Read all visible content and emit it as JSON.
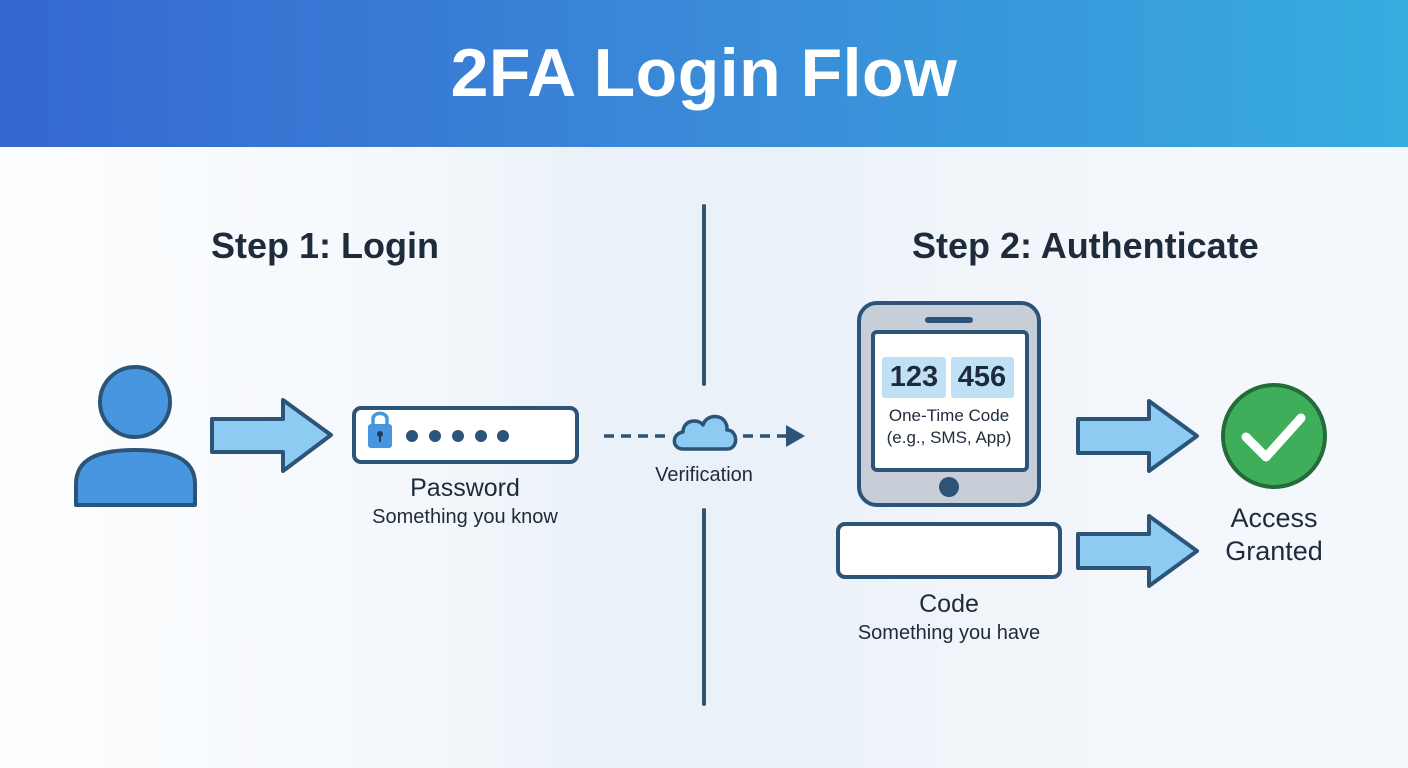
{
  "title": "2FA Login Flow",
  "step1": {
    "title": "Step 1: Login",
    "password_caption": "Password",
    "password_subcaption": "Something you know",
    "mask_dots": 5
  },
  "verification": {
    "label": "Verification"
  },
  "step2": {
    "title": "Step 2: Authenticate",
    "code_part1": "123",
    "code_part2": "456",
    "code_caption_line1": "One-Time Code",
    "code_caption_line2": "(e.g., SMS, App)",
    "code_caption": "Code",
    "code_subcaption": "Something you have"
  },
  "result": {
    "line1": "Access",
    "line2": "Granted"
  },
  "colors": {
    "header_start": "#3567d0",
    "header_end": "#36ace0",
    "outline": "#2b5478",
    "user_fill": "#4896e0",
    "arrow_fill": "#8dcbf2",
    "check_fill": "#3fae5a",
    "check_stroke": "#236b38"
  },
  "icons": [
    "user-icon",
    "arrow-right-icon",
    "lock-icon",
    "cloud-icon",
    "phone-icon",
    "checkmark-icon"
  ]
}
